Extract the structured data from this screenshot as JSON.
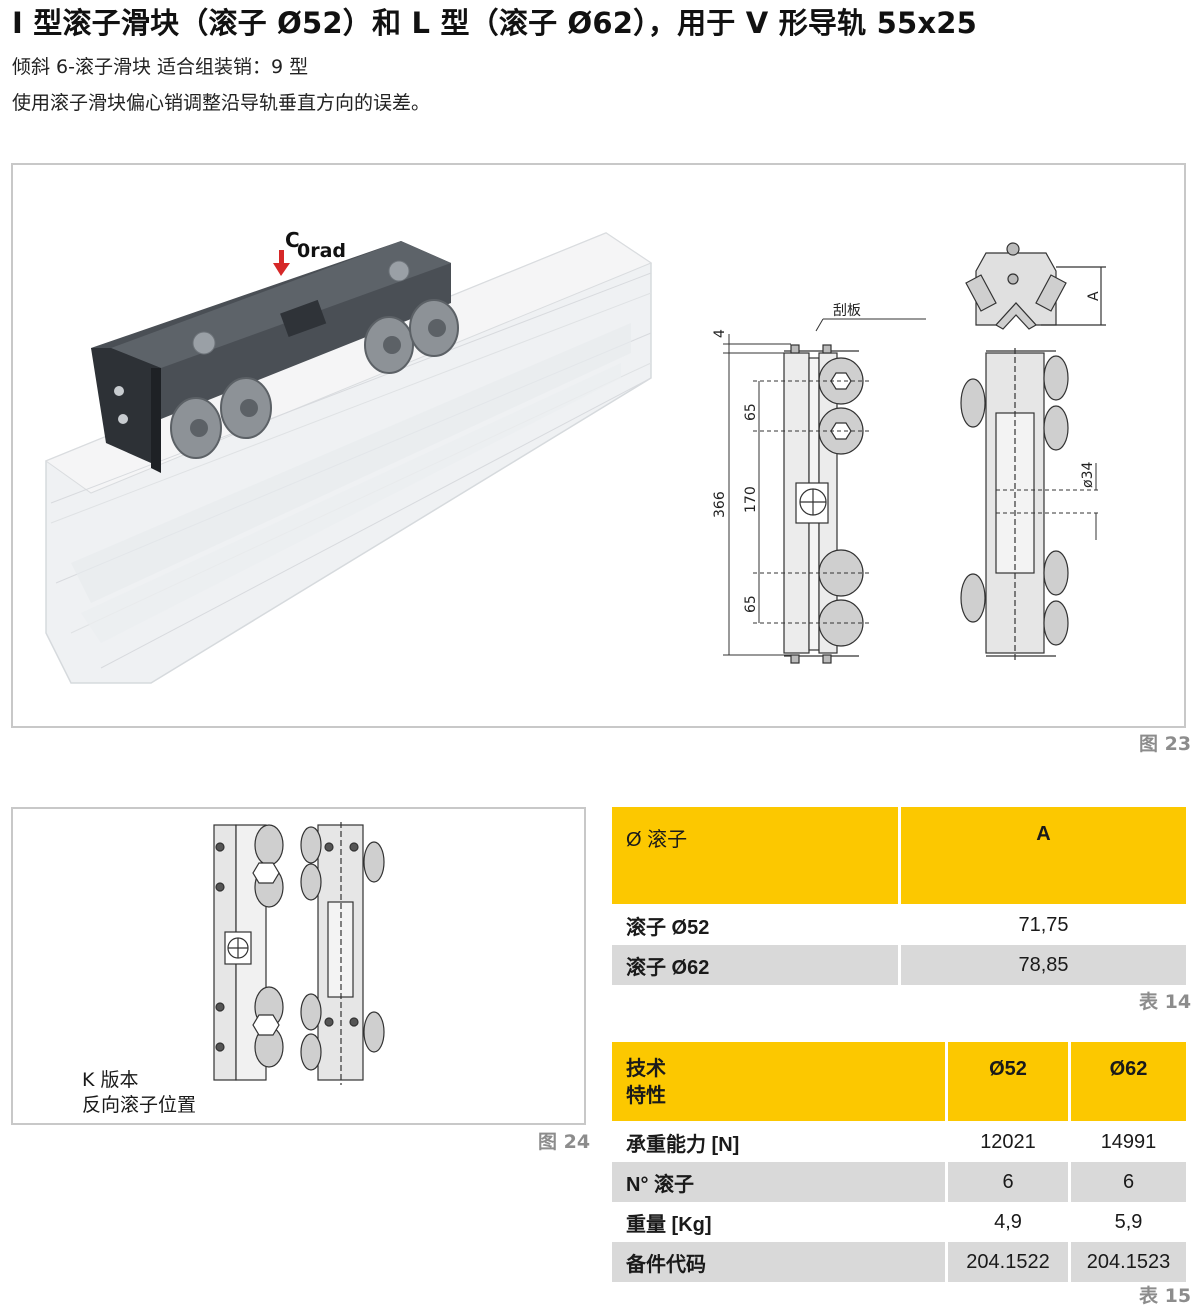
{
  "header": {
    "title": "I 型滚子滑块（滚子 Ø52）和 L 型（滚子 Ø62），用于 V 形导轨 55x25",
    "line1": "倾斜 6-滚子滑块 适合组装销：9 型",
    "line2": "使用滚子滑块偏心销调整沿导轨垂直方向的误差。"
  },
  "figure23": {
    "caption": "图 23",
    "load_label_main": "C",
    "load_label_sub": "0rad",
    "scraper_label": "刮板",
    "dims": {
      "d4": "4",
      "d65a": "65",
      "d366": "366",
      "d170": "170",
      "d65b": "65",
      "dA": "A",
      "d34": "ø34"
    }
  },
  "figure24": {
    "caption": "图 24",
    "label1": "K 版本",
    "label2": "反向滚子位置"
  },
  "table14": {
    "caption": "表 14",
    "headers": [
      "Ø 滚子",
      "A"
    ],
    "rows": [
      {
        "label": "滚子 Ø52",
        "value": "71,75"
      },
      {
        "label": "滚子 Ø62",
        "value": "78,85"
      }
    ]
  },
  "table15": {
    "caption": "表 15",
    "header_label_1": "技术",
    "header_label_2": "特性",
    "col1": "Ø52",
    "col2": "Ø62",
    "rows": [
      {
        "label": "承重能力 [N]",
        "v1": "12021",
        "v2": "14991"
      },
      {
        "label": "N° 滚子",
        "v1": "6",
        "v2": "6"
      },
      {
        "label": "重量 [Kg]",
        "v1": "4,9",
        "v2": "5,9"
      },
      {
        "label": "备件代码",
        "v1": "204.1522",
        "v2": "204.1523"
      }
    ]
  }
}
